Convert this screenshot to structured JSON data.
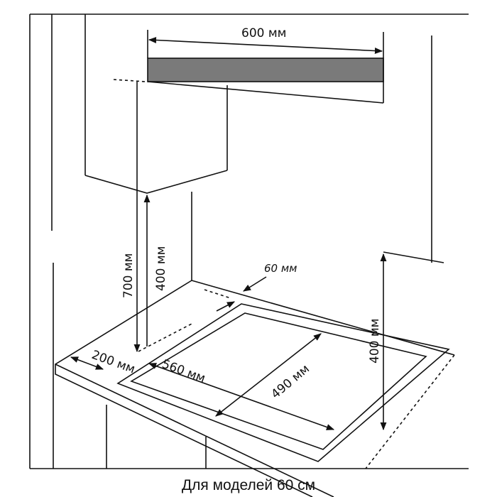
{
  "labels": {
    "hood_width": "600 мм",
    "height_700": "700 мм",
    "height_400_left": "400 мм",
    "height_400_right": "400 мм",
    "gap_60": "60 мм",
    "side_200": "200 мм",
    "width_560": "560 мм",
    "depth_490": "490 мм"
  },
  "caption": "Для моделей 60 см",
  "colors": {
    "hood_band": "#7a7a7a",
    "line": "#111111"
  }
}
